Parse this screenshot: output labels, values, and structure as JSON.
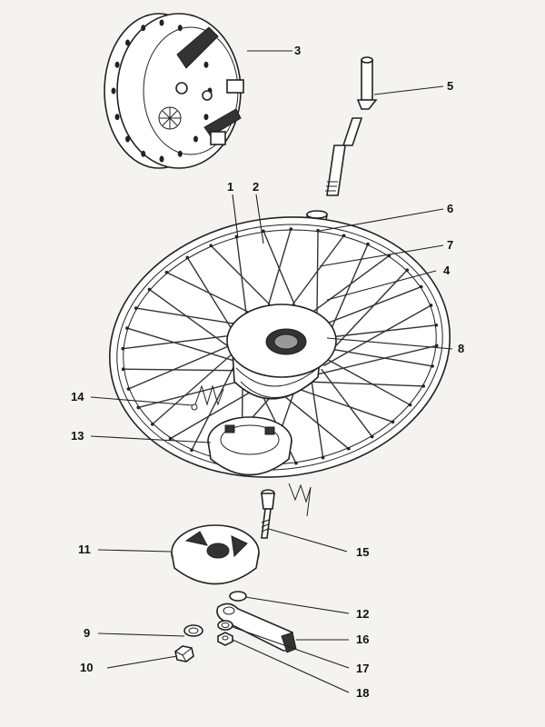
{
  "callouts": [
    {
      "id": "1",
      "text": "1"
    },
    {
      "id": "2",
      "text": "2"
    },
    {
      "id": "3",
      "text": "3"
    },
    {
      "id": "4",
      "text": "4"
    },
    {
      "id": "5",
      "text": "5"
    },
    {
      "id": "6",
      "text": "6"
    },
    {
      "id": "7",
      "text": "7"
    },
    {
      "id": "8",
      "text": "8"
    },
    {
      "id": "9",
      "text": "9"
    },
    {
      "id": "10",
      "text": "10"
    },
    {
      "id": "11",
      "text": "11"
    },
    {
      "id": "12",
      "text": "12"
    },
    {
      "id": "13",
      "text": "13"
    },
    {
      "id": "14",
      "text": "14"
    },
    {
      "id": "15",
      "text": "15"
    },
    {
      "id": "16",
      "text": "16"
    },
    {
      "id": "17",
      "text": "17"
    },
    {
      "id": "18",
      "text": "18"
    }
  ],
  "colors": {
    "ink": "#222222",
    "paper": "#f4f3ef"
  }
}
